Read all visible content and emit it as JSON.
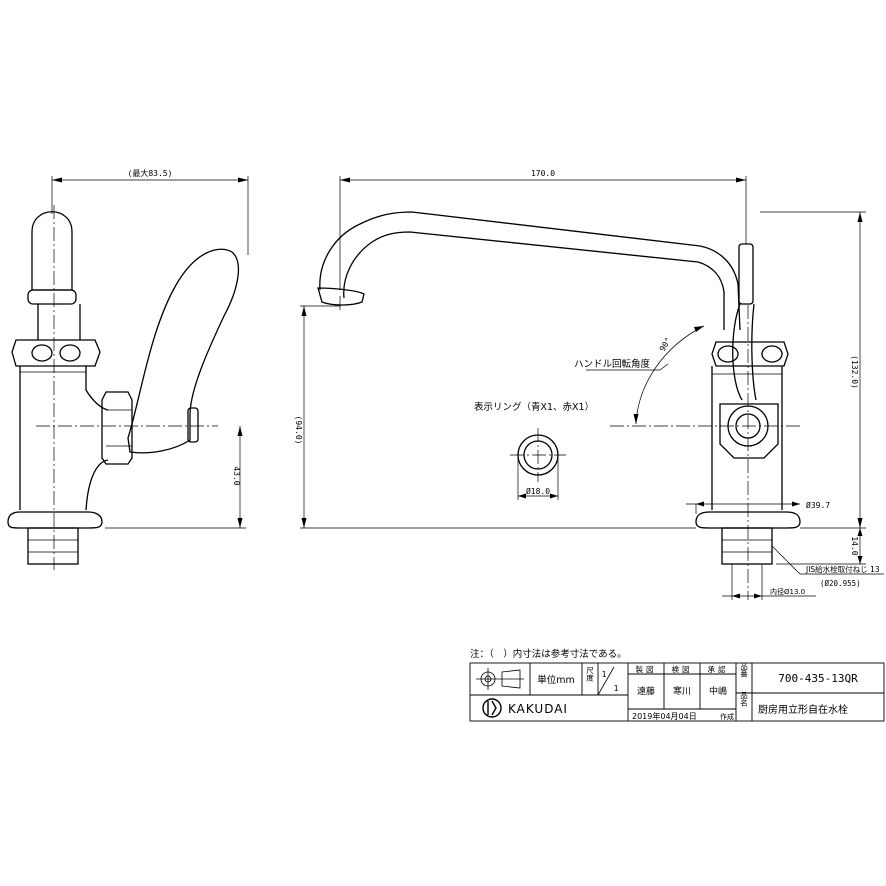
{
  "dimensions": {
    "max_width": "(最大83.5)",
    "spout_length": "170.0",
    "height_total": "(132.0)",
    "height_spout": "(94.0)",
    "height_center": "43.0",
    "base_height": "14.0",
    "handle_angle": "90°",
    "handle_label": "ハンドル回転角度",
    "ring_label": "表示リング（青X1、赤X1）",
    "ring_diameter": "Ø18.0",
    "base_diameter": "Ø39.7",
    "thread_label": "JIS給水栓取付ねじ 13",
    "thread_diameter": "(Ø20.955)",
    "inner_diameter": "内径Ø13.0"
  },
  "notes": {
    "note": "注：（　）内寸法は参考寸法である。"
  },
  "title_block": {
    "unit": "単位mm",
    "scale_label": "尺度",
    "scale_num": "1",
    "scale_den": "1",
    "h_design": "製図",
    "h_check": "検図",
    "h_approve": "承認",
    "designer": "遠藤",
    "checker": "寒川",
    "approver": "中嶋",
    "date": "2019年04月04日",
    "date_suffix": "作成",
    "part_no_label": "品番",
    "part_no": "700-435-13QR",
    "name_label": "品名",
    "product_name": "厨房用立形自在水栓",
    "brand": "KAKUDAI"
  }
}
